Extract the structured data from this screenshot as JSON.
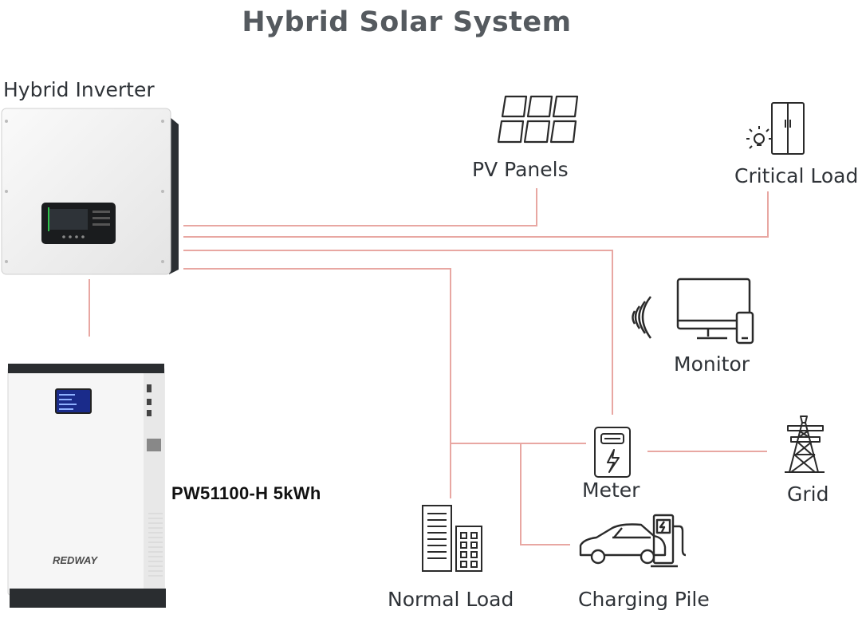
{
  "title": "Hybrid Solar System",
  "labels": {
    "inverter": "Hybrid Inverter",
    "pv": "PV Panels",
    "critical": "Critical Load",
    "monitor": "Monitor",
    "meter": "Meter",
    "grid": "Grid",
    "normal": "Normal Load",
    "charging": "Charging Pile",
    "battery_model": "PW51100-H  5kWh",
    "battery_brand": "REDWAY"
  },
  "colors": {
    "line": "#e8a7a2",
    "icon": "#2a2a2a",
    "title": "#555a5f"
  },
  "icons": [
    "solar-panel-icon",
    "critical-load-icon",
    "monitor-icon",
    "meter-icon",
    "grid-tower-icon",
    "building-icon",
    "ev-charging-icon"
  ]
}
